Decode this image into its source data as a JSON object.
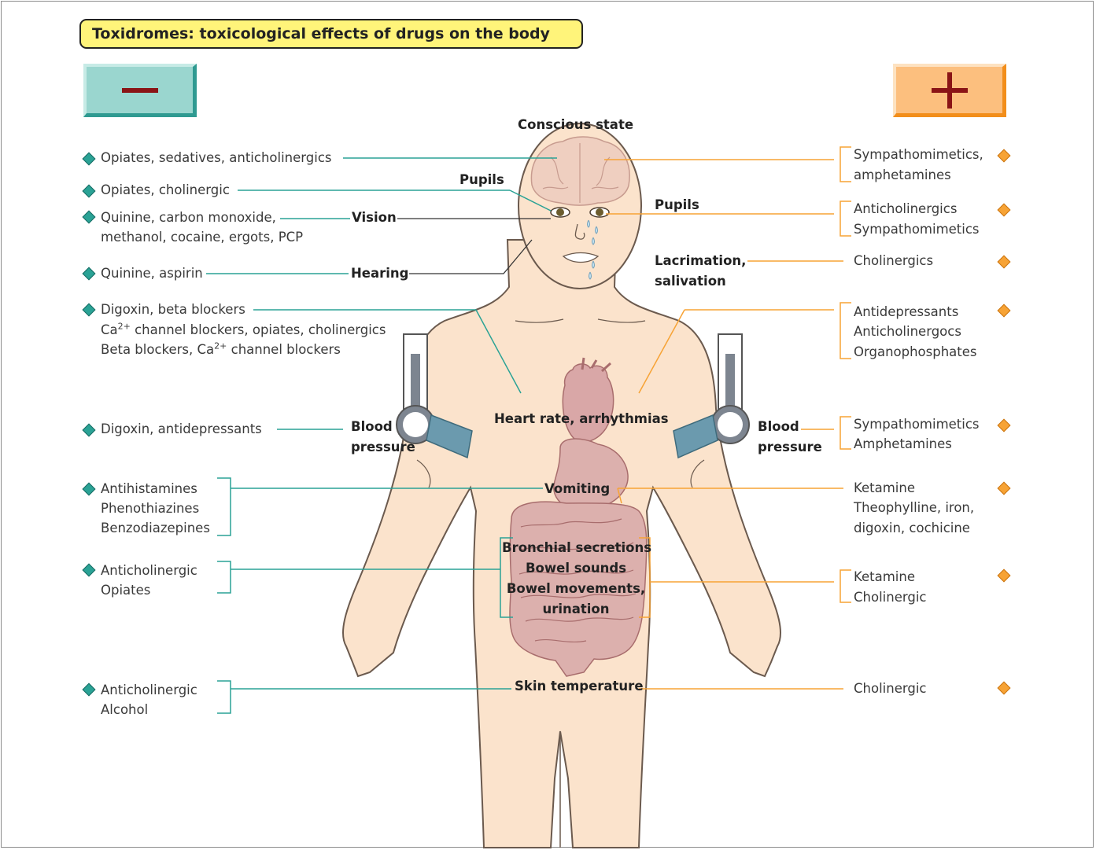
{
  "title": "Toxidromes: toxicological effects of drugs on the body",
  "buttons": {
    "minus": "−",
    "plus": "+"
  },
  "colors": {
    "minus": "#2aa295",
    "plus": "#f7a335",
    "title_bg": "#fff47a",
    "skin": "#fbe3cc",
    "organ": "#d7a3a3"
  },
  "labels": {
    "conscious": "Conscious state",
    "pupils_left": "Pupils",
    "pupils_right": "Pupils",
    "vision": "Vision",
    "hearing": "Hearing",
    "lacrimation_1": "Lacrimation,",
    "lacrimation_2": "salivation",
    "heart": "Heart rate, arrhythmias",
    "bp_left_1": "Blood",
    "bp_left_2": "pressure",
    "bp_right_1": "Blood",
    "bp_right_2": "pressure",
    "vomiting": "Vomiting",
    "bronchial": "Bronchial secretions",
    "bowel_sounds": "Bowel sounds",
    "bowel_movements": "Bowel movements,",
    "urination": "urination",
    "skin": "Skin temperature"
  },
  "left": {
    "l1": "Opiates, sedatives, anticholinergics",
    "l2": "Opiates, cholinergic",
    "l3a": "Quinine, carbon monoxide,",
    "l3b": "methanol, cocaine, ergots, PCP",
    "l4": "Quinine, aspirin",
    "l5a": "Digoxin, beta blockers",
    "l5b_pre": "Ca",
    "l5b_sup": "2+",
    "l5b_post": " channel blockers, opiates, cholinergics",
    "l5c_pre": "Beta blockers, Ca",
    "l5c_sup": "2+",
    "l5c_post": " channel blockers",
    "l6": "Digoxin, antidepressants",
    "l7a": "Antihistamines",
    "l7b": "Phenothiazines",
    "l7c": "Benzodiazepines",
    "l8a": "Anticholinergic",
    "l8b": "Opiates",
    "l9a": "Anticholinergic",
    "l9b": "Alcohol"
  },
  "right": {
    "r1a": "Sympathomimetics,",
    "r1b": "amphetamines",
    "r2a": "Anticholinergics",
    "r2b": "Sympathomimetics",
    "r3": "Cholinergics",
    "r4a": "Antidepressants",
    "r4b": "Anticholinergocs",
    "r4c": "Organophosphates",
    "r5a": "Sympathomimetics",
    "r5b": "Amphetamines",
    "r6a": "Ketamine",
    "r6b": "Theophylline, iron,",
    "r6c": "digoxin, cochicine",
    "r7a": "Ketamine",
    "r7b": "Cholinergic",
    "r8": "Cholinergic"
  }
}
